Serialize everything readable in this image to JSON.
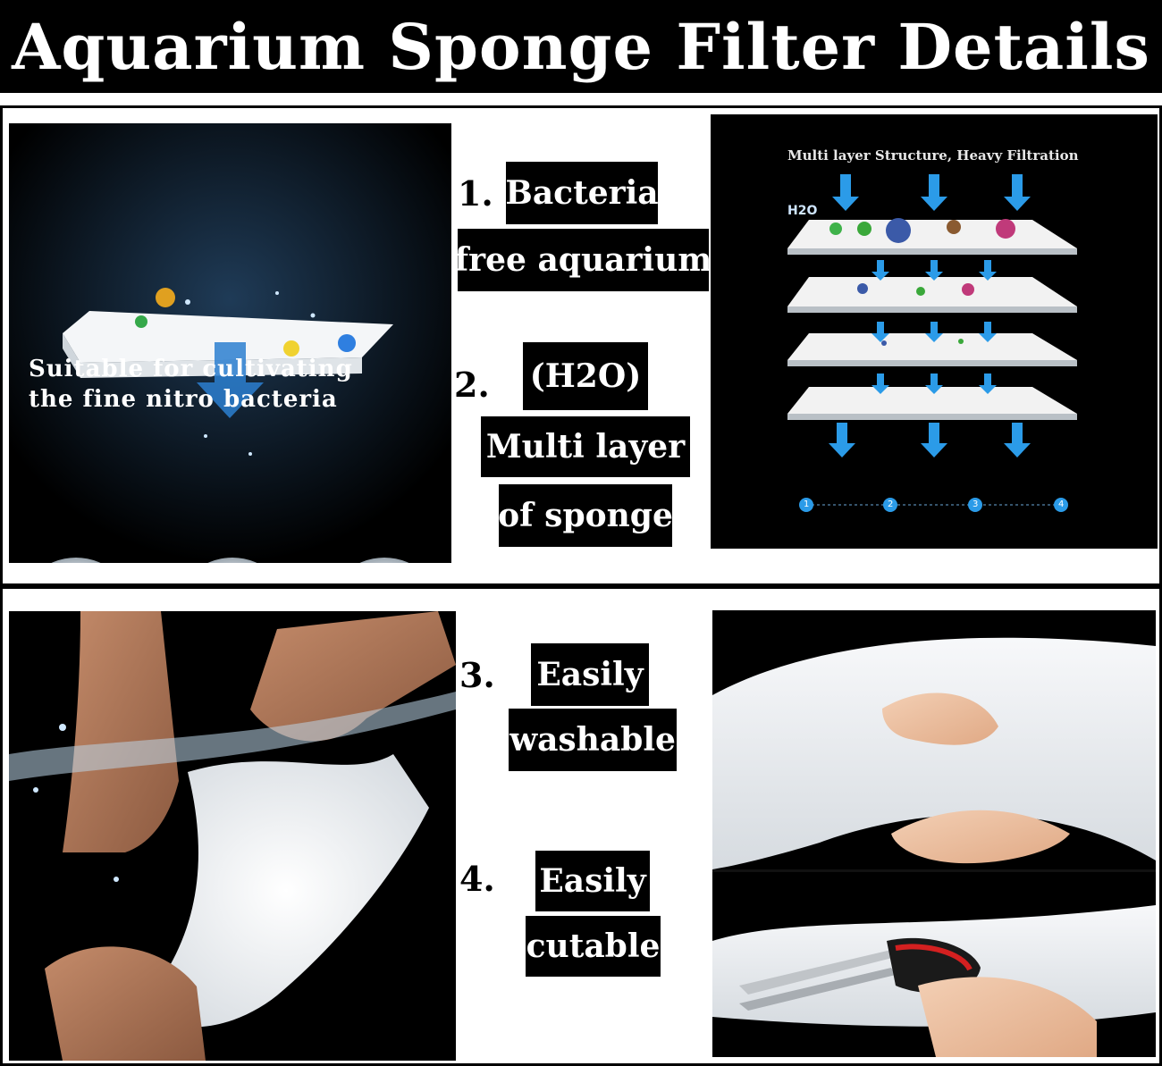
{
  "header": {
    "title": "Aquarium Sponge Filter Details"
  },
  "panel_top_left": {
    "caption_line1": "Suitable for cultivating",
    "caption_line2": "the fine nitro bacteria"
  },
  "features": [
    {
      "number": "1.",
      "line1": "Bacteria",
      "line2": "free aquarium"
    },
    {
      "number": "2.",
      "line1": "(H2O)",
      "line2": "Multi layer",
      "line3": "of sponge"
    },
    {
      "number": "3.",
      "line1": "Easily",
      "line2": "washable"
    },
    {
      "number": "4.",
      "line1": "Easily",
      "line2": "cutable"
    }
  ],
  "diagram": {
    "title": "Multi layer Structure, Heavy Filtration",
    "h2o_label": "H2O",
    "steps": [
      "1",
      "2",
      "3",
      "4"
    ]
  },
  "colors": {
    "accent_blue": "#2b9be8",
    "background": "#000000",
    "label_bg": "#000000",
    "label_text": "#ffffff"
  }
}
